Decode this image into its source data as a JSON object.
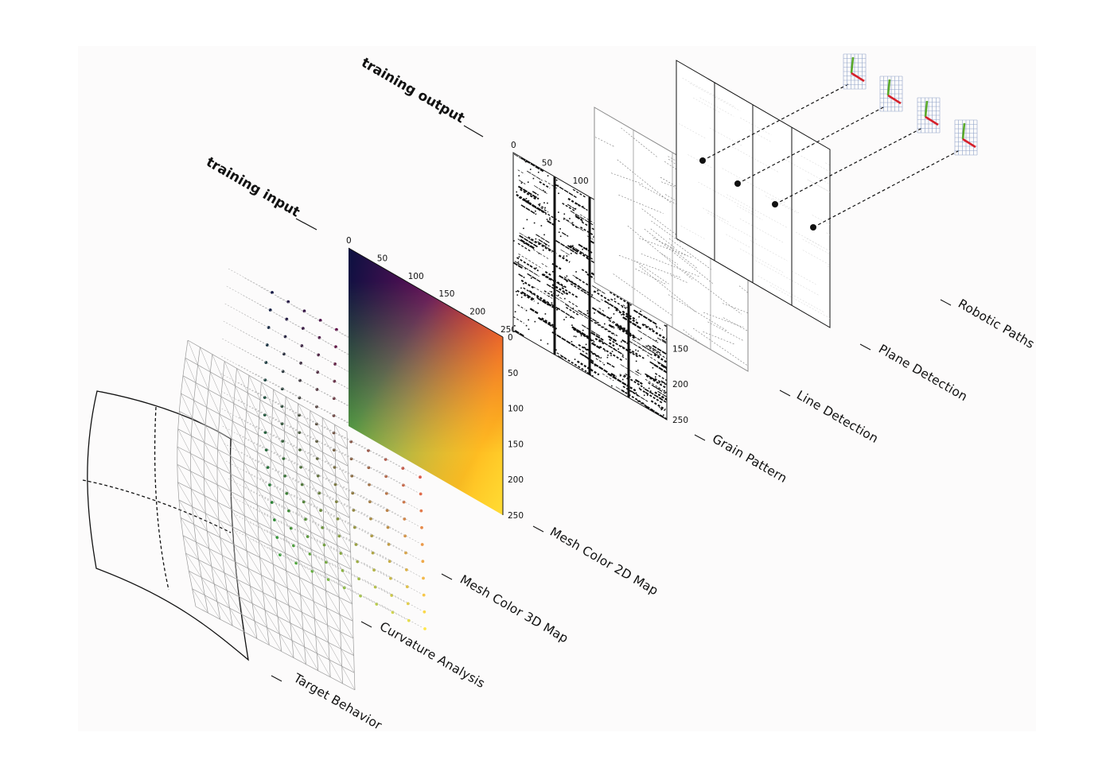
{
  "headings": {
    "training_input": "training input",
    "training_output": "training output"
  },
  "layers": {
    "target_behavior": "Target Behavior",
    "curvature_analysis": "Curvature Analysis",
    "mesh_color_3d": "Mesh Color 3D Map",
    "mesh_color_2d": "Mesh Color 2D Map",
    "grain_pattern": "Grain Pattern",
    "line_detection": "Line Detection",
    "plane_detection": "Plane Detection",
    "robotic_paths": "Robotic Paths"
  },
  "axis_ticks": [
    "0",
    "50",
    "100",
    "150",
    "200",
    "250"
  ],
  "colors": {
    "ink": "#111111",
    "background": "#fcfbfb",
    "mesh_gray": "#9a9a9a",
    "axis_green": "#5aaa2a",
    "axis_red": "#d6202a",
    "grid_blue": "#8fa3c9",
    "gradient_dark": "#0b1040",
    "gradient_magenta": "#c4004e",
    "gradient_yellow": "#ffe74a",
    "gradient_green": "#2f9e2f"
  }
}
